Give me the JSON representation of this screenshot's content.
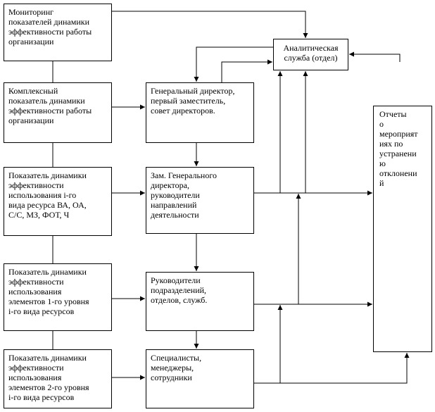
{
  "left_column": {
    "monitor_lines": [
      "Мониторинг",
      "показателей   динамики",
      "эффективности  работы",
      "организации"
    ],
    "complex_lines": [
      "Комплексный",
      "показатель динамики",
      "эффективности работы",
      "организации"
    ],
    "resource_lines": [
      "Показатель динамики",
      "эффективности",
      "использования i-го",
      "вида ресурса ВА, ОА,",
      "С/С, МЗ, ФОТ, Ч"
    ],
    "level1_lines": [
      "Показатель динамики",
      "эффективности",
      "использования",
      "элементов 1-го уровня",
      "i-го вида ресурсов"
    ],
    "level2_lines": [
      "Показатель динамики",
      "эффективности",
      "использования",
      "элементов 2-го уровня",
      "i-го вида ресурсов"
    ]
  },
  "center_column": {
    "director_lines": [
      "Генеральный директор,",
      "первый заместитель,",
      "совет директоров."
    ],
    "deputy_lines": [
      "Зам. Генерального",
      "директора,",
      "руководители",
      "направлений",
      "деятельности"
    ],
    "heads_lines": [
      "Руководители",
      "подразделений,",
      "отделов, служб."
    ],
    "specialists_lines": [
      "Специалисты,",
      "менеджеры,",
      "сотрудники"
    ]
  },
  "analytic_lines": [
    "Аналитическая",
    "служба (отдел)"
  ],
  "reports_lines": [
    "Отчеты",
    "о",
    "мероприят",
    "иях по",
    "устранени",
    "ю",
    "отклонени",
    "й"
  ]
}
